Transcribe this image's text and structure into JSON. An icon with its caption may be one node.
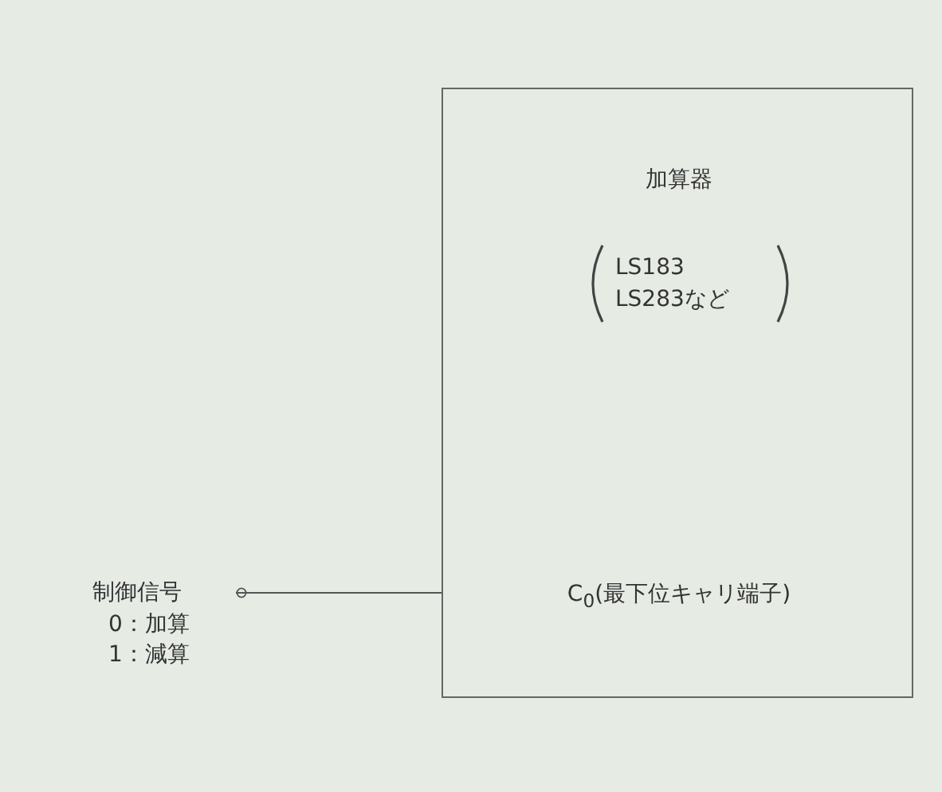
{
  "diagram": {
    "nodes": [
      {
        "text": [
          "加算器",
          "LS183 LS283など",
          "C$_{0}$(最下位キャリ端子)"
        ]
      },
      {
        "text": [
          "制御信号",
          "0：加算",
          "1：減算"
        ]
      }
    ],
    "edges": [
      {
        "from": 1,
        "to": 0,
        "arrow": "other"
      }
    ]
  }
}
